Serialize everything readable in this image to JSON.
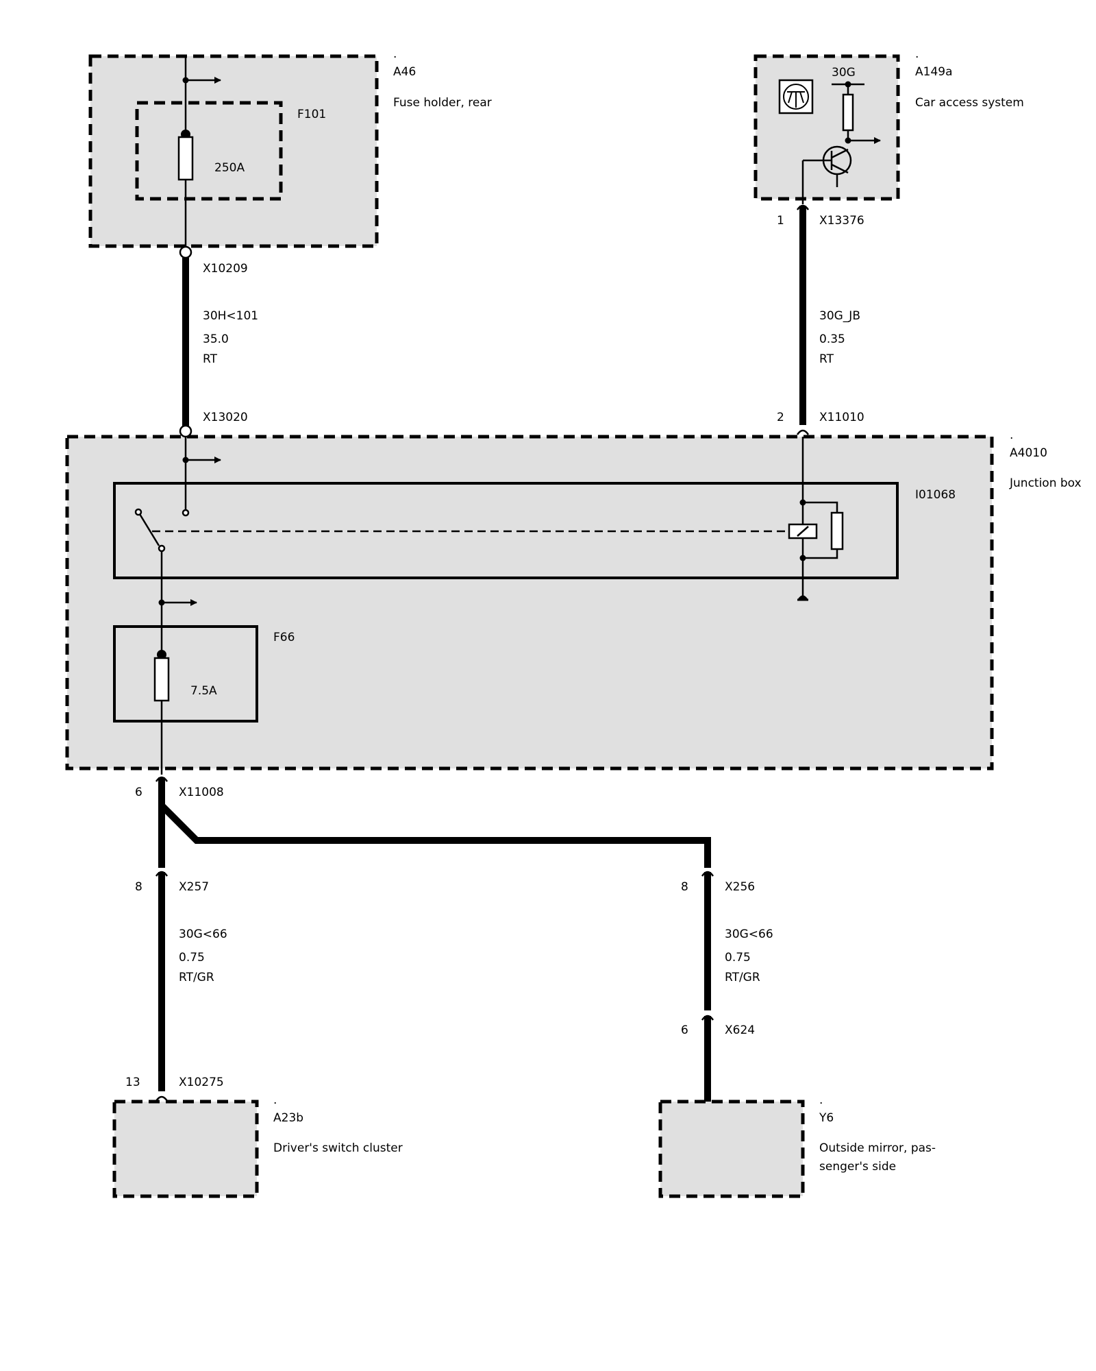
{
  "components": {
    "a46": {
      "dot": ".",
      "id": "A46",
      "name": "Fuse holder, rear"
    },
    "f101": {
      "id": "F101",
      "rating": "250A"
    },
    "a149a": {
      "dot": ".",
      "id": "A149a",
      "name": "Car access system",
      "terminal": "30G"
    },
    "a4010": {
      "dot": ".",
      "id": "A4010",
      "name": "Junction box"
    },
    "i01068": {
      "id": "I01068"
    },
    "f66": {
      "id": "F66",
      "rating": "7.5A"
    },
    "a23b": {
      "dot": ".",
      "id": "A23b",
      "name": "Driver's switch cluster"
    },
    "y6": {
      "dot": ".",
      "id": "Y6",
      "name_line1": "Outside mirror, pas-",
      "name_line2": "senger's side"
    }
  },
  "connectors": {
    "x10209": {
      "id": "X10209",
      "pin": ""
    },
    "x13020": {
      "id": "X13020",
      "pin": ""
    },
    "x13376": {
      "id": "X13376",
      "pin": "1"
    },
    "x11010": {
      "id": "X11010",
      "pin": "2"
    },
    "x11008": {
      "id": "X11008",
      "pin": "6"
    },
    "x257": {
      "id": "X257",
      "pin": "8"
    },
    "x256": {
      "id": "X256",
      "pin": "8"
    },
    "x624": {
      "id": "X624",
      "pin": "6"
    },
    "x10275": {
      "id": "X10275",
      "pin": "13"
    }
  },
  "wires": {
    "w1": {
      "signal": "30H<101",
      "size": "35.0",
      "color": "RT"
    },
    "w2": {
      "signal": "30G_JB",
      "size": "0.35",
      "color": "RT"
    },
    "w3": {
      "signal": "30G<66",
      "size": "0.75",
      "color": "RT/GR"
    },
    "w4": {
      "signal": "30G<66",
      "size": "0.75",
      "color": "RT/GR"
    }
  }
}
